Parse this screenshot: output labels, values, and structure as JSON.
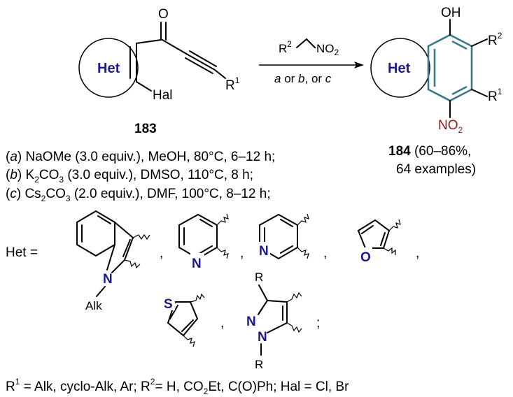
{
  "scheme": {
    "reactant": {
      "het_label": "Het",
      "oxygen": "O",
      "hal": "Hal",
      "r_label": "R",
      "r_sup": "1",
      "compound_number": "183"
    },
    "reagent_above": {
      "r": "R",
      "r_sup": "2",
      "no2_n": "NO",
      "no2_sub": "2"
    },
    "reagent_below": {
      "a": "a",
      "or1": " or ",
      "b": "b",
      "or2": ", or ",
      "c": "c"
    },
    "product": {
      "het_label": "Het",
      "oh": "OH",
      "r2": "R",
      "r2_sup": "2",
      "r1": "R",
      "r1_sup": "1",
      "no2": "NO",
      "no2_sub": "2",
      "compound_number": "184",
      "yield_text": " (60–86%,",
      "examples_text": "64 examples)"
    }
  },
  "conditions": [
    {
      "letter": "a",
      "text": "NaOMe (3.0 equiv.), MeOH, 80°C, 6–12 h;"
    },
    {
      "letter": "b",
      "pre": "K",
      "sub": "2",
      "post": "CO",
      "sub2": "3",
      "text": " (3.0 equiv.), DMSO, 110°C, 8 h;"
    },
    {
      "letter": "c",
      "pre": "Cs",
      "sub": "2",
      "post": "CO",
      "sub2": "3",
      "text": " (2.0 equiv.), DMF, 100°C, 8–12 h;"
    }
  ],
  "het_definition": {
    "label": "Het  =",
    "indole": {
      "n": "N",
      "alk": "Alk"
    },
    "pyridine2": {
      "n": "N"
    },
    "pyridine3": {
      "n": "N"
    },
    "furan": {
      "o": "O"
    },
    "thiophene": {
      "s": "S"
    },
    "pyrazole": {
      "n1": "N",
      "n2": "N",
      "r_top": "R",
      "r_bottom": "R"
    },
    "comma": ",",
    "semicolon": ";"
  },
  "footer": {
    "r1": "R",
    "r1_sup": "1",
    "part1": " = Alk, cyclo-Alk, Ar; R",
    "r2_sup": "2",
    "part2": "=  H, CO",
    "sub2": "2",
    "part3": "Et, C(O)Ph; Hal = Cl, Br"
  }
}
